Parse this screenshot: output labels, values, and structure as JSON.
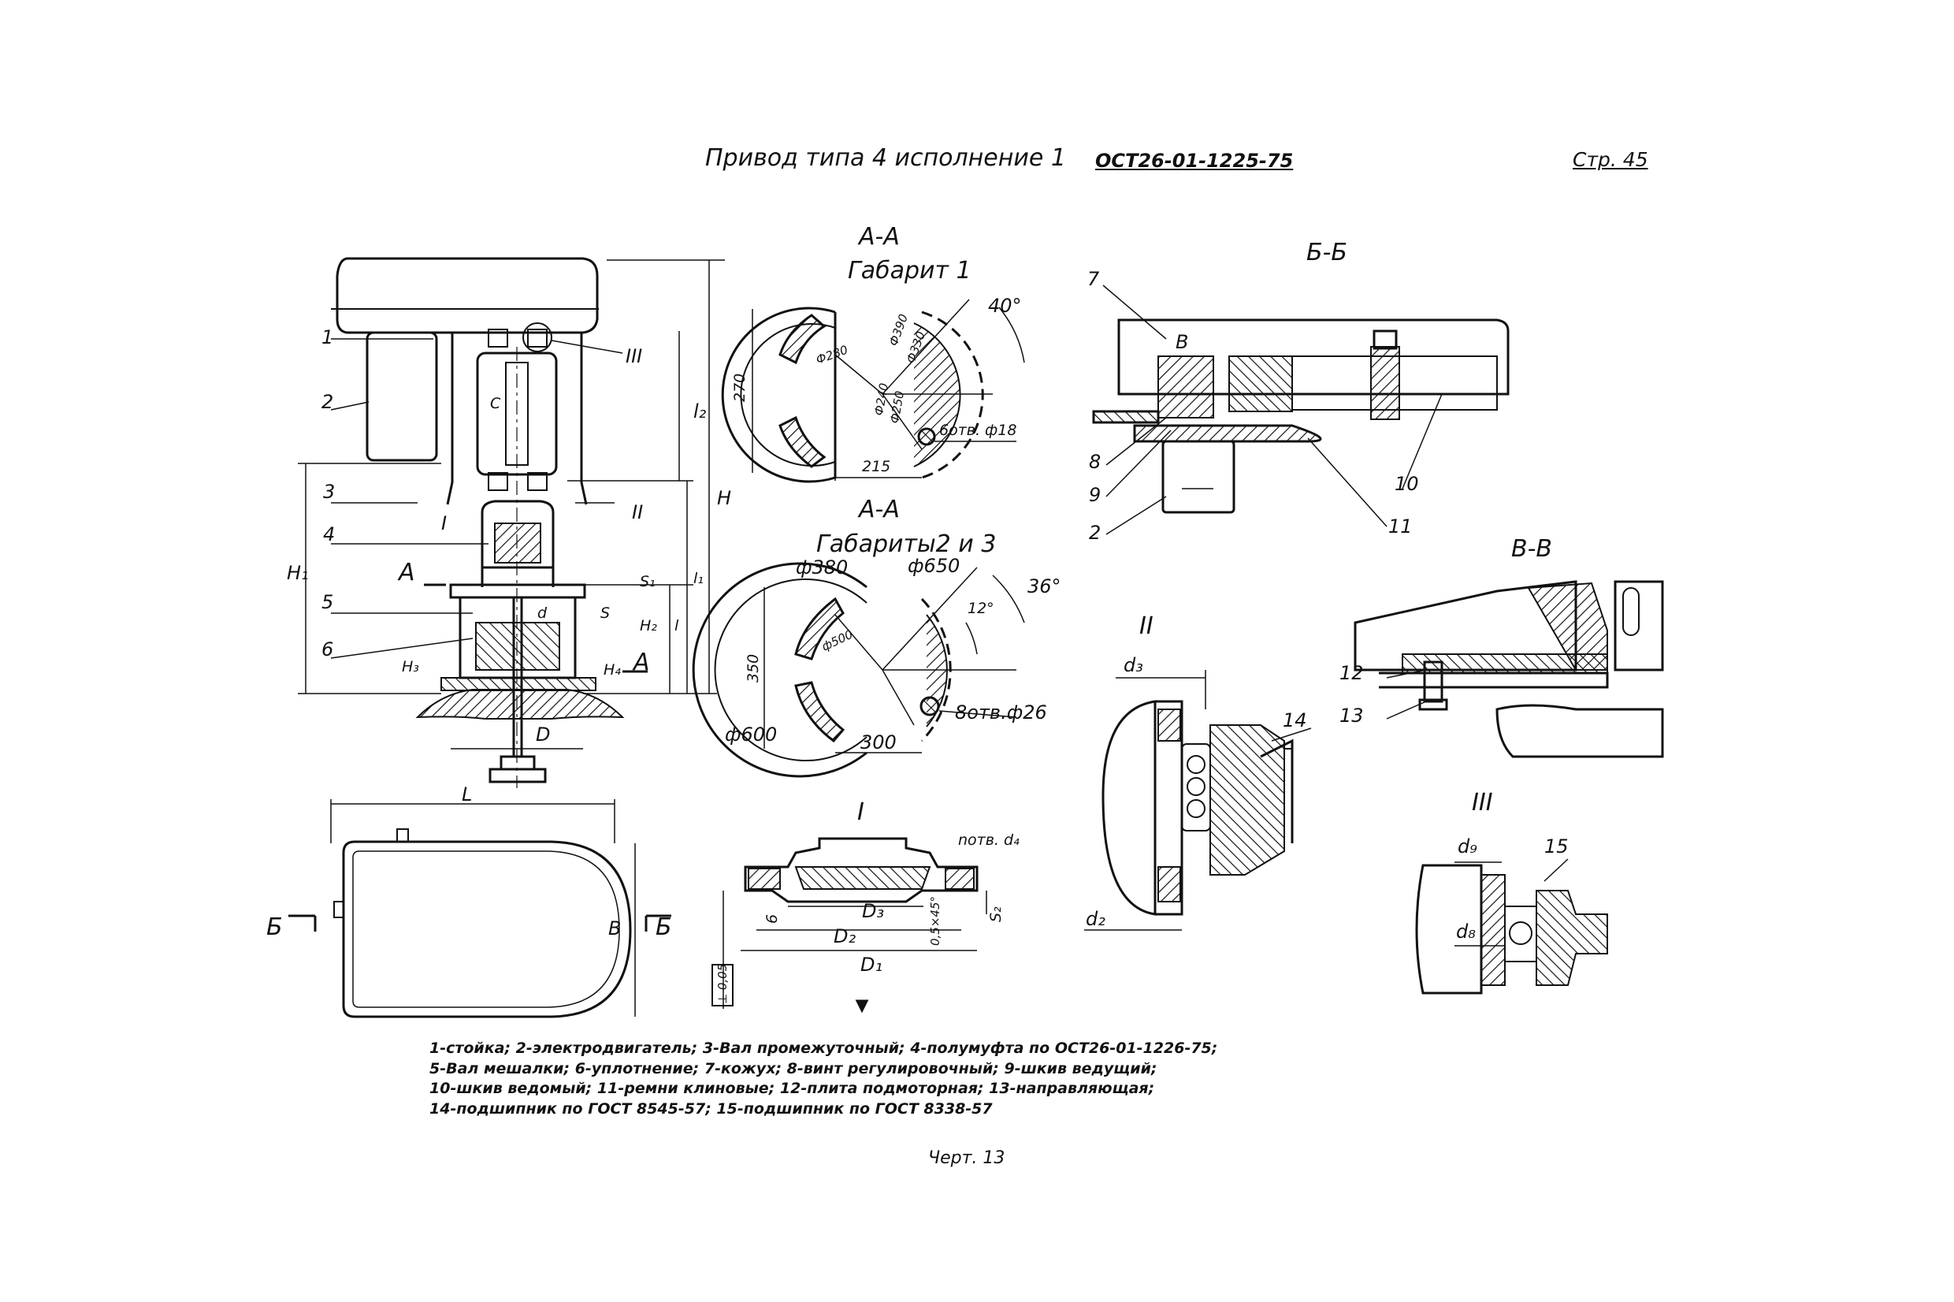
{
  "header": {
    "title": "Привод типа 4 исполнение 1",
    "standard_code": "ОСТ26-01-1225-75",
    "page": "Стр. 45"
  },
  "views": {
    "section_aa_1": {
      "title": "А-А",
      "subtitle": "Габарит 1",
      "dims": {
        "h": "270",
        "w": "215",
        "d1": "Ф390",
        "d2": "Ф330",
        "d3": "Ф280",
        "d4": "Ф240",
        "d5": "Ф250",
        "angle": "40°",
        "holes": "6отв. ф18"
      }
    },
    "section_aa_23": {
      "title": "А-А",
      "subtitle": "Габариты2 и 3",
      "dims": {
        "d_out": "ф650",
        "d_mid": "ф380",
        "d_in": "ф500",
        "d_base": "ф600",
        "h": "350",
        "w": "300",
        "angle1": "36°",
        "angle2": "12°",
        "holes": "8отв.ф26"
      }
    },
    "section_bb": {
      "title": "Б-Б",
      "hatch_letter": "В"
    },
    "section_vv": {
      "title": "В-В"
    },
    "detail_1": {
      "title": "I",
      "holes": "nотв. d₄",
      "dims": [
        "D₃",
        "D₂",
        "D₁",
        "6",
        "0,5×45°",
        "S₂"
      ],
      "tolerance": "⊥ 0,05"
    },
    "detail_2": {
      "title": "II",
      "dims": [
        "d₃",
        "d₂"
      ]
    },
    "detail_3": {
      "title": "III",
      "dims": [
        "d₉",
        "d₈"
      ]
    },
    "plan": {
      "length": "L",
      "width": "B",
      "cut_left": "Б",
      "cut_right": "Б"
    },
    "main": {
      "callouts": [
        "1",
        "2",
        "3",
        "4",
        "5",
        "6",
        "I",
        "II",
        "III"
      ],
      "dims": [
        "C",
        "l₂",
        "H",
        "H₁",
        "l₁",
        "l",
        "H₂",
        "H₃",
        "H₄",
        "S₁",
        "S",
        "d",
        "D"
      ],
      "cut_marks": [
        "А",
        "А"
      ]
    },
    "bb_callouts": [
      "7",
      "8",
      "9",
      "2",
      "10",
      "11"
    ],
    "vv_callouts": [
      "12",
      "13"
    ],
    "ii_callouts": [
      "14"
    ],
    "iii_callouts": [
      "15"
    ]
  },
  "legend": [
    "1-стойка; 2-электродвигатель; 3-Вал промежуточный; 4-полумуфта по ОСТ26-01-1226-75;",
    "5-Вал мешалки; 6-уплотнение; 7-кожух; 8-винт регулировочный; 9-шкив ведущий;",
    "10-шкив ведомый; 11-ремни клиновые; 12-плита подмоторная; 13-направляющая;",
    "14-подшипник по ГОСТ 8545-57; 15-подшипник по ГОСТ 8338-57"
  ],
  "caption": "Черт. 13"
}
